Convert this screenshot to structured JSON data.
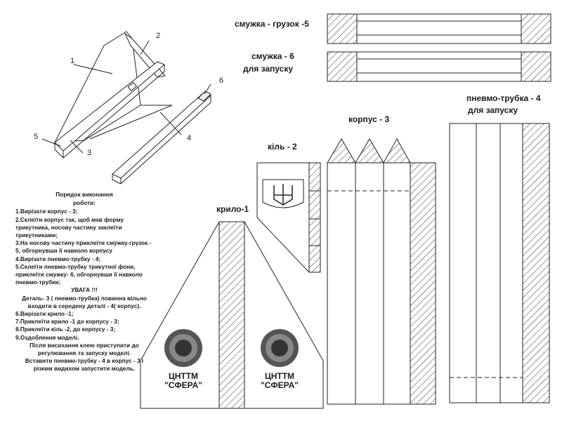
{
  "labels": {
    "strip5": "смужка - грузок -5",
    "strip6_line1": "смужка - 6",
    "strip6_line2": "для запуску",
    "tube_line1": "пневмо-трубка - 4",
    "tube_line2": "для запуску",
    "body": "корпус  - 3",
    "fin": "кіль  - 2",
    "wing": "крило-1"
  },
  "assembly_numbers": [
    "1",
    "2",
    "3",
    "4",
    "5",
    "6"
  ],
  "instructions": {
    "title_line1": "Порядок виконання",
    "title_line2": "роботи:",
    "steps": [
      "1.Вирізати корпус - 3;",
      "2.Склеїти корпус так, щоб мав форму трикутника, носову частину заклеїти трикутниками;",
      "3.На носову частину приклеїти смужку-грузок - 5, обгорнувши її навколо корпусу",
      "4.Вирізати пневмо-трубку - 4;",
      "5.Склеїти пневмо-трубку трикутної фони, приклеїти смужку- 6, обгорнувши її навколо пневмо-трубки;",
      "УВАГА !!!",
      "Деталь- 3 ( пневмо-трубка) повинна вільно входити в середену деталі - 4( корпус).",
      "6.Вирізати крило -1;",
      "7.Приклеїти крило -1 до корпусу - 3;",
      "8.Приклеїти кіль  -2, до корпусу -  3;",
      "9.Оздоблення моделі.",
      "Після висихання клею приступити до регулювання та запуску моделі.",
      "Вставити пневмо-трубку - 4 в корпус - 3 і різким видихом запустити модель."
    ]
  },
  "logos": [
    {
      "line1": "ЦНТТМ",
      "line2": "\"СФЕРА\""
    },
    {
      "line1": "ЦНТТМ",
      "line2": "\"СФЕРА\""
    }
  ]
}
